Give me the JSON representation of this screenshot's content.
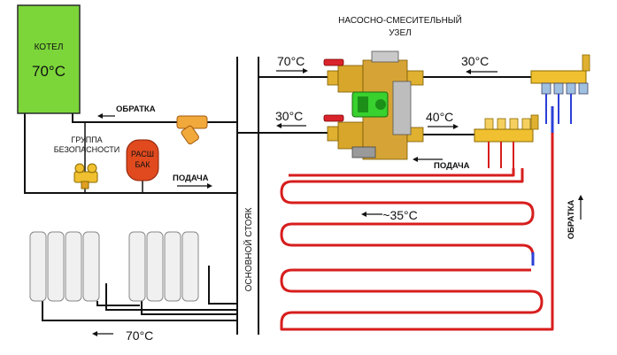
{
  "header": {
    "line1": "НАСОСНО-СМЕСИТЕЛЬНЫЙ",
    "line2": "УЗЕЛ"
  },
  "boiler": {
    "label": "КОТЕЛ",
    "temp": "70°C"
  },
  "labels": {
    "return_top": "ОБРАТКА",
    "safety_line1": "ГРУППА",
    "safety_line2": "БЕЗОПАСНОСТИ",
    "tank_line1": "РАСШ",
    "tank_line2": "БАК",
    "supply_left": "ПОДАЧА",
    "supply_right": "ПОДАЧА",
    "return_right": "ОБРАТКА",
    "riser": "ОСНОВНОЙ СТОЯК",
    "floor_temp": "~35°C",
    "radiator_temp": "70°C"
  },
  "temps": {
    "in_hot": "70°C",
    "out_return": "30°C",
    "floor_return": "30°C",
    "floor_supply": "40°C"
  },
  "colors": {
    "boiler": "#7cd63a",
    "pump": "#38d12e",
    "valve": "#d9232b",
    "tank": "#e04a1e",
    "filter": "#f2a93b",
    "brass": "#f0c030",
    "pipe_hot": "#d71d1d",
    "pipe_cold": "#2b3fd6"
  }
}
